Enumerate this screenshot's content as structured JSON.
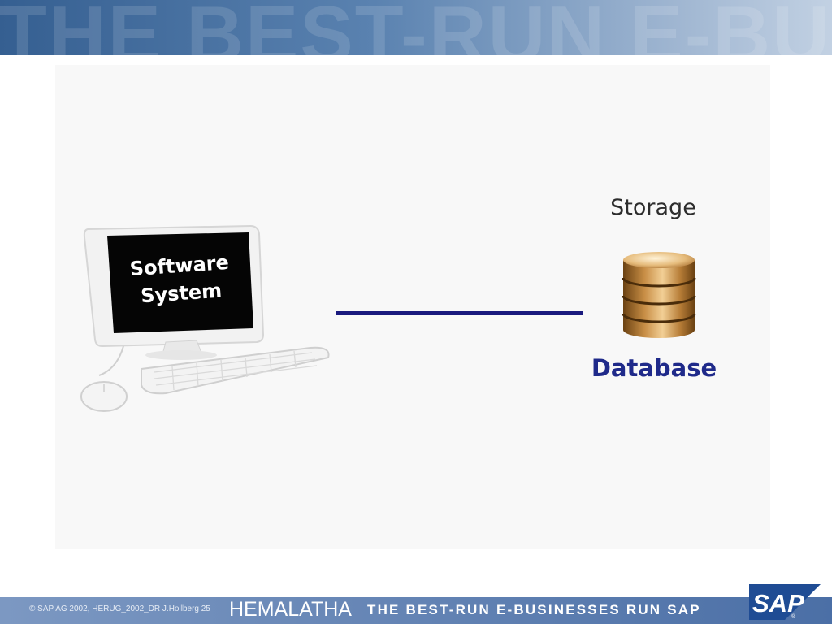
{
  "banner": {
    "text": "THE BEST-RUN E-BUSINESSES RUN SAP"
  },
  "diagram": {
    "computer_screen": {
      "line1": "Software",
      "line2": "System"
    },
    "storage_label": "Storage",
    "database_label": "Database"
  },
  "footer": {
    "copyright": "© SAP AG 2002, HERUG_2002_DR J.Hollberg  25",
    "presenter": "HEMALATHA",
    "tagline": "THE BEST-RUN E-BUSINESSES RUN SAP",
    "logo_text": "SAP",
    "registered_mark": "®"
  },
  "colors": {
    "connector": "#1a1a7e",
    "database_label": "#1f2a8a",
    "banner": "#355f91",
    "sap_logo": "#1f4c94"
  }
}
